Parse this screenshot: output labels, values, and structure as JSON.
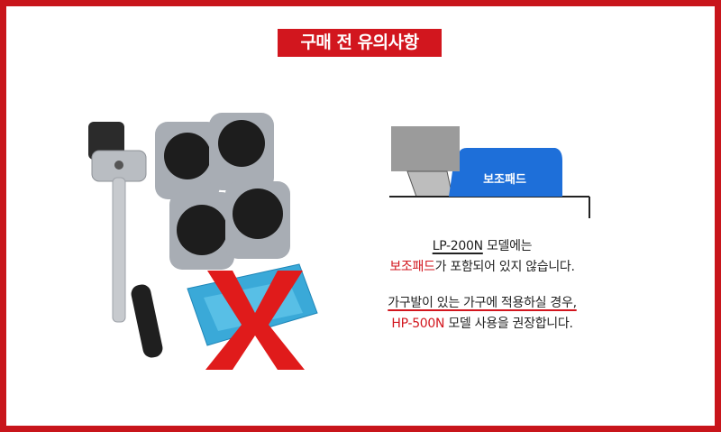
{
  "title": "구매 전 유의사항",
  "diagram": {
    "pad_label": "보조패드"
  },
  "note1": {
    "model": "LP-200N",
    "line1_rest": " 모델에는",
    "highlight": "보조패드",
    "line2_rest": "가 포함되어 있지 않습니다."
  },
  "note2": {
    "line1": "가구발이 있는 가구에 적용하실 경우,",
    "model": "HP-500N",
    "line2_rest": " 모델 사용을 권장합니다."
  },
  "colors": {
    "accent": "#d2161e",
    "pad_blue": "#1e6fd9",
    "gray": "#a8adb4"
  }
}
